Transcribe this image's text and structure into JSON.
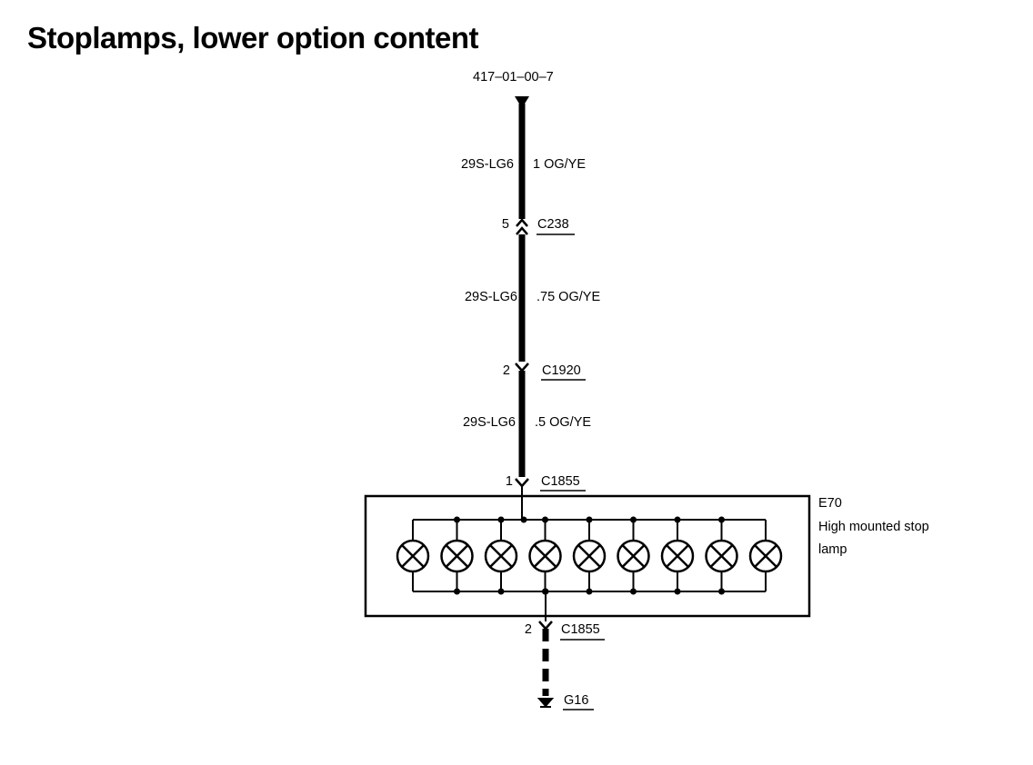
{
  "title": "Stoplamps, lower option content",
  "diagram": {
    "ref": "417–01–00–7",
    "wires": [
      {
        "circuit": "29S-LG6",
        "size_color": "1 OG/YE"
      },
      {
        "circuit": "29S-LG6",
        "size_color": ".75 OG/YE"
      },
      {
        "circuit": "29S-LG6",
        "size_color": ".5 OG/YE"
      }
    ],
    "connectors": [
      {
        "pin": "5",
        "name": "C238"
      },
      {
        "pin": "2",
        "name": "C1920"
      },
      {
        "pin": "1",
        "name": "C1855"
      },
      {
        "pin": "2",
        "name": "C1855"
      }
    ],
    "component": {
      "id": "E70",
      "name_line1": "High mounted stop",
      "name_line2": "lamp"
    },
    "ground": "G16",
    "lamp_count": 9
  }
}
